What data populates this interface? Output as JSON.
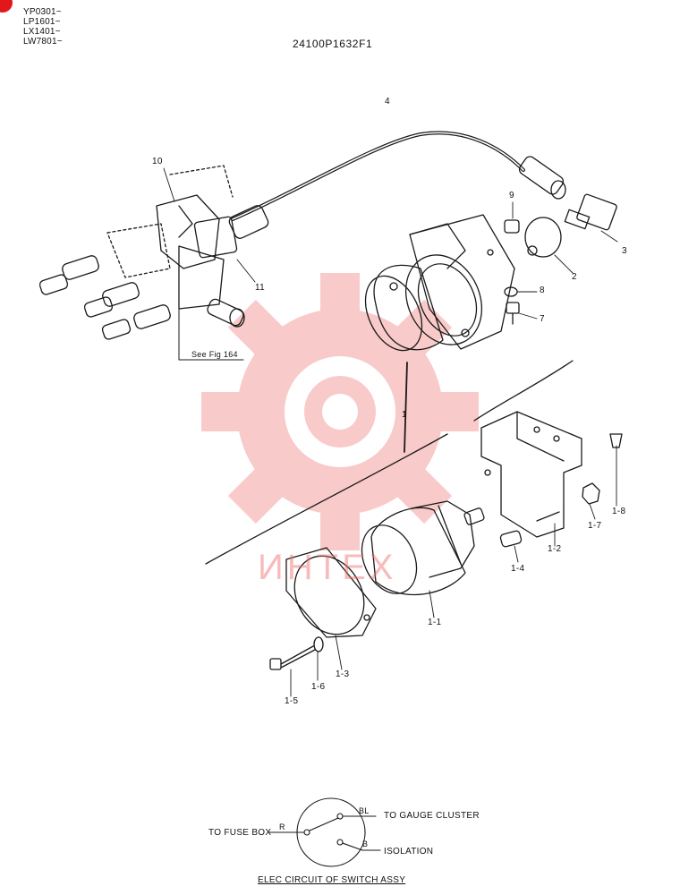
{
  "models": [
    "YP0301~",
    "LP1601~",
    "LX1401~",
    "LW7801~"
  ],
  "doc_id": "24100P1632F1",
  "watermark": {
    "text": "ИНТЕХ",
    "color": "#f06a6a"
  },
  "callouts": {
    "c4": "4",
    "c10": "10",
    "c9": "9",
    "c3": "3",
    "c2": "2",
    "c8": "8",
    "c7": "7",
    "c11": "11",
    "c1": "1",
    "c1_8": "1-8",
    "c1_7": "1-7",
    "c1_2": "1-2",
    "c1_4": "1-4",
    "c1_1": "1-1",
    "c1_3": "1-3",
    "c1_6": "1-6",
    "c1_5": "1-5"
  },
  "see_fig": "See Fig 164",
  "circuit": {
    "to_fuse_box": "TO FUSE BOX",
    "r": "R",
    "bl": "BL",
    "to_gauge_cluster": "TO GAUGE CLUSTER",
    "b": "B",
    "isolation": "ISOLATION",
    "title": "ELEC CIRCUIT OF SWITCH ASSY"
  }
}
